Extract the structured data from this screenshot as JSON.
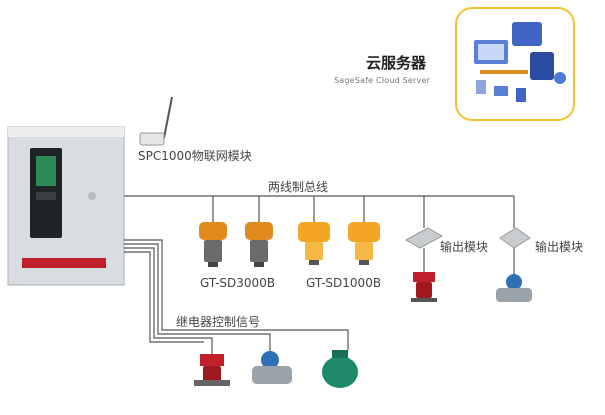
{
  "cloud": {
    "title": "云服务器",
    "subtitle": "SageSafe Cloud Server",
    "frame_color": "#f1c232"
  },
  "iot_module": {
    "label": "SPC1000物联网模块"
  },
  "bus": {
    "label": "两线制总线"
  },
  "detectors": [
    {
      "model": "GT-SD3000B",
      "color": "#e08a1e"
    },
    {
      "model": "GT-SD1000B",
      "color": "#f2a623"
    }
  ],
  "output_modules": [
    {
      "label": "输出模块"
    },
    {
      "label": "输出模块"
    }
  ],
  "relay": {
    "label": "继电器控制信号"
  },
  "colors": {
    "line": "#555555",
    "cabinet": "#d9dde2",
    "valve_red": "#c0202a",
    "valve_blue": "#2f6fb5",
    "green_device": "#1e8a6a"
  }
}
